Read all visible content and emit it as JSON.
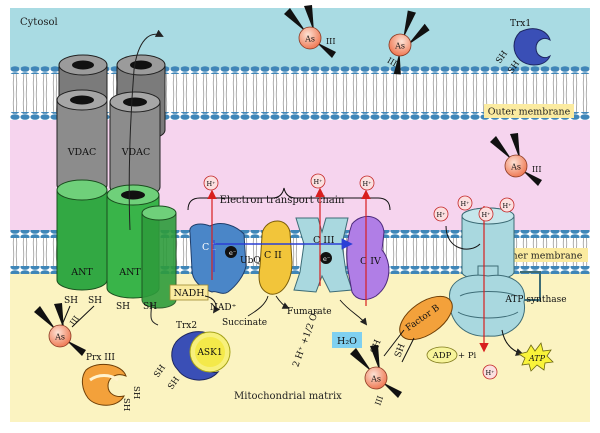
{
  "regions": {
    "cytosol": "Cytosol",
    "outer_membrane": "Outer membrane",
    "inner_membrane": "Inner membrane",
    "matrix": "Mitochondrial matrix"
  },
  "transporters": {
    "vdac": "VDAC",
    "ant": "ANT"
  },
  "etc": {
    "title": "Electron transport chain",
    "c1": "C I",
    "c2": "C II",
    "c3": "C III",
    "c4": "C IV",
    "ubq": "UbQ",
    "electron": "e⁻",
    "nadh": "NADH",
    "nad": "NAD⁺",
    "succinate": "Succinate",
    "fumarate": "Fumarate",
    "oxygen_a": "2 H⁺",
    "oxygen_b": "+1/2 O₂",
    "water": "H₂O"
  },
  "proton": "H⁺",
  "thiol": "SH",
  "arsenic": {
    "symbol": "As",
    "valence": "III"
  },
  "proteins": {
    "trx1": "Trx1",
    "trx2": "Trx2",
    "ask1": "ASK1",
    "prx3": "Prx III",
    "factor_b": "Factor B",
    "atp_synthase": "ATP synthase"
  },
  "nucleotides": {
    "adp": "ADP",
    "pi": "+ Pi",
    "atp": "ATP"
  },
  "colors": {
    "cytosol": "#a9dbe3",
    "intermembrane": "#f6d4ee",
    "matrix": "#fbf3c1",
    "vdac": "#8c8c8c",
    "ant": "#39b449",
    "complex_1": "#4a86c8",
    "complex_2": "#f2c53a",
    "complex_3": "#a9d8df",
    "complex_4": "#b07ee6",
    "factor_b": "#f3a13b",
    "arsenic": "#f28b68",
    "label_box": "#fbeba0"
  }
}
